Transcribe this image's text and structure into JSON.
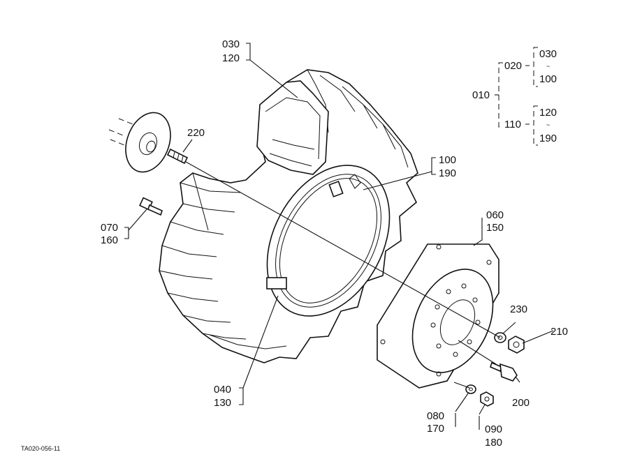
{
  "figure_code": "TA020-056-11",
  "callouts": [
    {
      "id": "c-030-120",
      "lines": [
        "030",
        "120"
      ]
    },
    {
      "id": "c-220",
      "lines": [
        "220"
      ]
    },
    {
      "id": "c-100-190",
      "lines": [
        "100",
        "190"
      ]
    },
    {
      "id": "c-070-160",
      "lines": [
        "070",
        "160"
      ]
    },
    {
      "id": "c-060-150",
      "lines": [
        "060",
        "150"
      ]
    },
    {
      "id": "c-230",
      "lines": [
        "230"
      ]
    },
    {
      "id": "c-210",
      "lines": [
        "210"
      ]
    },
    {
      "id": "c-200",
      "lines": [
        "200"
      ]
    },
    {
      "id": "c-040-130",
      "lines": [
        "040",
        "130"
      ]
    },
    {
      "id": "c-080-170",
      "lines": [
        "080",
        "170"
      ]
    },
    {
      "id": "c-090-180",
      "lines": [
        "090",
        "180"
      ]
    }
  ],
  "assembly_tree": {
    "root": "010",
    "groups": [
      {
        "code": "020",
        "range_from": "030",
        "range_sep": "~",
        "range_to": "100"
      },
      {
        "code": "110",
        "range_from": "120",
        "range_sep": "~",
        "range_to": "190"
      }
    ]
  }
}
